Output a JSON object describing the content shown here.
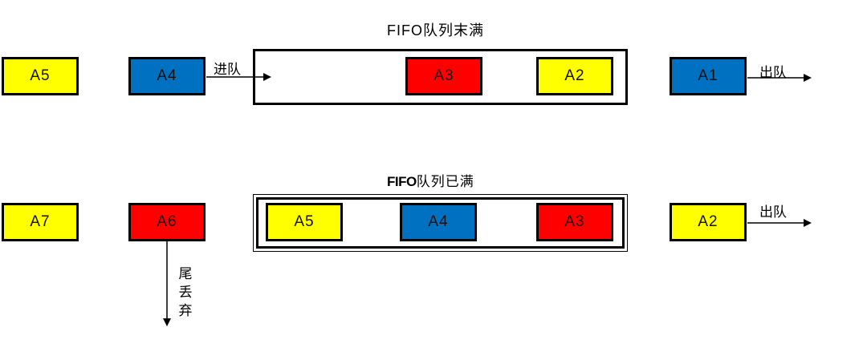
{
  "top": {
    "title": "FIFO队列末满",
    "items": [
      {
        "label": "A5",
        "color": "#ffff00"
      },
      {
        "label": "A4",
        "color": "#0070c0"
      },
      {
        "label": "A3",
        "color": "#ff0000"
      },
      {
        "label": "A2",
        "color": "#ffff00"
      },
      {
        "label": "A1",
        "color": "#0070c0"
      }
    ],
    "enqueue_label": "进队",
    "dequeue_label": "出队"
  },
  "bottom": {
    "title_bold": "FIFO",
    "title_rest": "队列已满",
    "items": [
      {
        "label": "A7",
        "color": "#ffff00"
      },
      {
        "label": "A6",
        "color": "#ff0000"
      },
      {
        "label": "A5",
        "color": "#ffff00"
      },
      {
        "label": "A4",
        "color": "#0070c0"
      },
      {
        "label": "A3",
        "color": "#ff0000"
      },
      {
        "label": "A2",
        "color": "#ffff00"
      }
    ],
    "dequeue_label": "出队",
    "drop_label": [
      "尾",
      "丢",
      "弃"
    ]
  }
}
